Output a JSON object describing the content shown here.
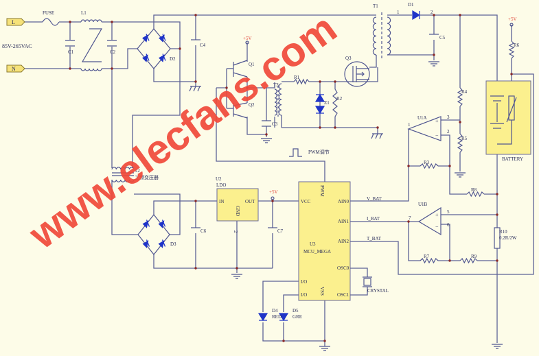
{
  "input": {
    "port_l": "L",
    "port_n": "N",
    "voltage": "85V-265VAC"
  },
  "labels": {
    "fuse": "FUSE",
    "l1": "L1",
    "c1": "C1",
    "c2": "C2",
    "d2": "D2",
    "c4": "C4",
    "t1": "T1",
    "d1": "D1",
    "pin1": "1",
    "pin2": "2",
    "c5": "C5",
    "q1": "Q1",
    "q2": "Q2",
    "q3": "Q3",
    "vcc_q": "+5V",
    "t3": "T3",
    "c3": "C3",
    "r1": "R1",
    "z1": "Z1",
    "r2": "R2",
    "pwm": "PWM调节",
    "r4": "R4",
    "r5": "R5",
    "r6": "R6",
    "vcc_r6": "+5V",
    "battery": "BATTERY",
    "u1a": "U1A",
    "u1a_p1": "1",
    "u1a_p2": "2",
    "u1a_p3": "3",
    "r3": "R3",
    "r8": "R8",
    "u1b": "U1B",
    "u1b_p5": "5",
    "u1b_p6": "6",
    "u1b_p7": "7",
    "r7": "R7",
    "r9": "R9",
    "r10": "R10",
    "r10_val": "0.2R/2W",
    "t2": "T2",
    "t2_desc": "工频变压器",
    "d3": "D3",
    "c6": "C6",
    "c7": "C7",
    "u2": "U2",
    "ldo": "LDO",
    "ldo_in": "IN",
    "ldo_out": "OUT",
    "ldo_gnd": "GND",
    "ldo_pin2": "2",
    "vcc_ldo": "+5V",
    "u3": "U3",
    "mcu": "MCU_MEGA",
    "mcu_vcc": "VCC",
    "mcu_pwm": "PWM",
    "mcu_ain0": "AIN0",
    "mcu_ain1": "AIN1",
    "mcu_ain2": "AIN2",
    "mcu_osc0": "OSC0",
    "mcu_osc1": "OSC1",
    "mcu_io1": "I/O",
    "mcu_io2": "I/O",
    "mcu_vss": "VSS",
    "v_bat": "V_BAT",
    "i_bat": "I_BAT",
    "t_bat": "T_BAT",
    "crystal": "CRYSTAL",
    "d4": "D4",
    "d4_color": "RED",
    "d5": "D5",
    "d5_color": "GRE"
  },
  "watermark": "www.elecfans.com",
  "colors": {
    "background": "#fdfce8",
    "wire": "#5d6196",
    "diode": "#1f34c8",
    "accent": "#e0463a",
    "component_fill": "#fbf08e"
  }
}
